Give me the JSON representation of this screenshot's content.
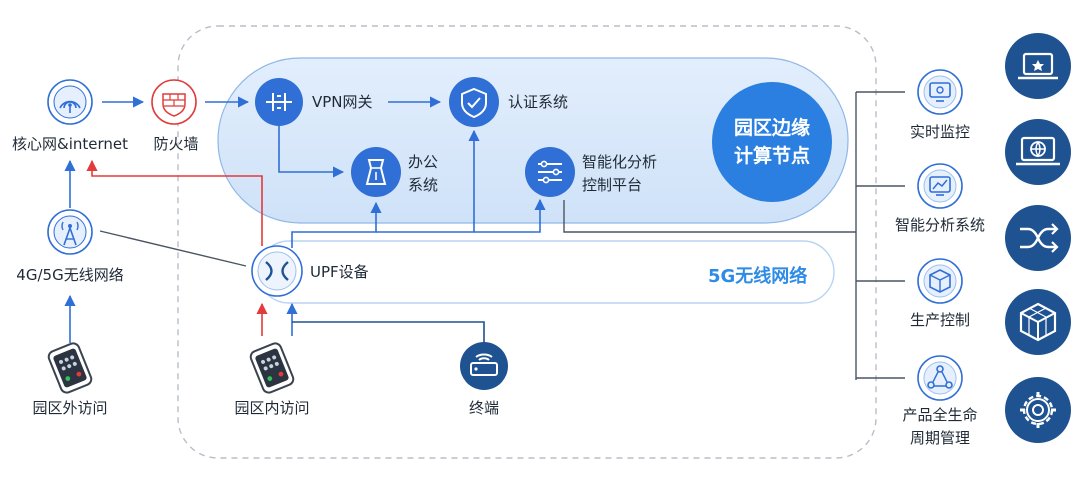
{
  "nodes": {
    "core_network": "核心网&internet",
    "firewall": "防火墙",
    "vpn_gateway": "VPN网关",
    "auth_system": "认证系统",
    "office_system_l1": "办公",
    "office_system_l2": "系统",
    "analytics_platform_l1": "智能化分析",
    "analytics_platform_l2": "控制平台",
    "edge_node_l1": "园区边缘",
    "edge_node_l2": "计算节点",
    "wireless_4g5g": "4G/5G无线网络",
    "upf_device": "UPF设备",
    "wireless_5g": "5G无线网络",
    "external_access": "园区外访问",
    "internal_access": "园区内访问",
    "terminal": "终端",
    "realtime_monitor": "实时监控",
    "analytics_system": "智能分析系统",
    "production_control": "生产控制",
    "lifecycle_l1": "产品全生命",
    "lifecycle_l2": "周期管理"
  },
  "colors": {
    "accent_blue": "#2f6fd6",
    "dark_navy": "#1e5290",
    "firewall_red": "#e23b3b",
    "cloud_fill": "#d7e8fb",
    "edge_circle": "#2a7fe0"
  }
}
